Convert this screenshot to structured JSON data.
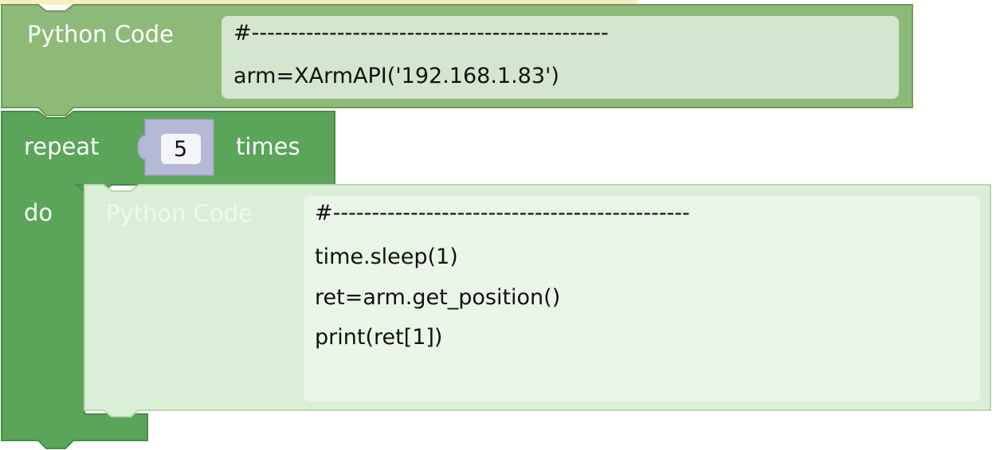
{
  "top_block": {
    "label": "Python Code",
    "code_lines": [
      "#----------------------------------------------",
      "arm=XArmAPI('192.168.1.83')"
    ]
  },
  "repeat_block": {
    "label_repeat": "repeat",
    "count": "5",
    "label_times": "times",
    "label_do": "do"
  },
  "inner_block": {
    "label": "Python Code",
    "code_lines": [
      "#----------------------------------------------",
      "time.sleep(1)",
      "ret=arm.get_position()",
      "print(ret[1])"
    ]
  },
  "colors": {
    "top_block": "#8dba78",
    "top_block_edge": "#6f9a5c",
    "top_editor": "#d4e6ce",
    "repeat_block": "#5ba55b",
    "repeat_block_edge": "#478a47",
    "inner_block": "#daf0d6",
    "inner_editor": "#eaf6e8",
    "number_socket": "#b5b9d6"
  }
}
